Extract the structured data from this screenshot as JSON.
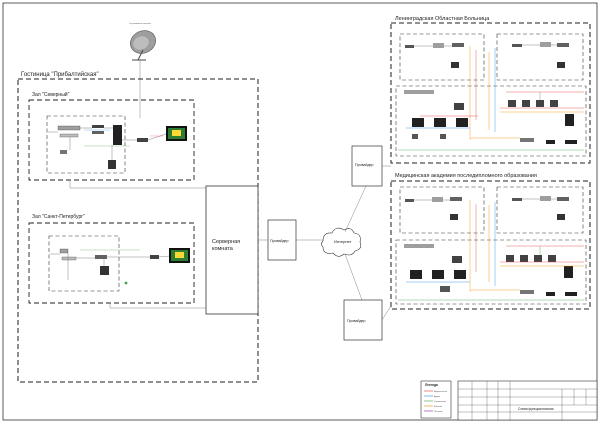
{
  "satellite_label": "Спутниковая антенна",
  "hotel": {
    "title": "Гостиница \"Прибалтийская\""
  },
  "hall_north": {
    "title": "Зал \"Северный\""
  },
  "hall_spb": {
    "title": "Зал \"Санкт-Петербург\""
  },
  "server_room": {
    "line1": "Серверная",
    "line2": "комната"
  },
  "router_main": "Провайдер",
  "internet": "Интернет",
  "router_top": "Провайдер",
  "router_bottom": "Провайдер",
  "hospital": {
    "title": "Ленинградская Областная Больница"
  },
  "academy": {
    "title": "Медицинская академия последипломного образования"
  },
  "legend": {
    "title": "Легенда",
    "items": [
      "Видеосигнал",
      "Аудио",
      "Управление",
      "Ethernet",
      "Питание"
    ]
  },
  "stamp": {
    "drawing_title": "Схема функциональная"
  },
  "colors": {
    "video": "#e53935",
    "audio": "#1e88e5",
    "control": "#43a047",
    "ethernet": "#fb8c00",
    "power": "#8e24aa"
  }
}
